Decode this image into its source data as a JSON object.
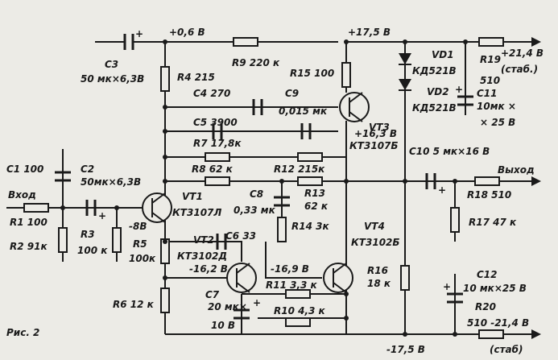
{
  "figure_label": "Рис. 2",
  "rails": {
    "v_plus_0_6": "+0,6 В",
    "v_plus_17_5": "+17,5 В",
    "v_plus_21_4": "+21,4 В",
    "stab_top": "(стаб.)",
    "v_minus_17_5": "-17,5 В",
    "v_minus_21_4": "510  -21,4 В",
    "stab_bottom": "(стаб)",
    "v_plus_16_3": "+16,3 В"
  },
  "io": {
    "input": "Вход",
    "output": "Выход"
  },
  "nodes": {
    "n_minus_8": "-8В",
    "n_minus_16_2": "-16,2 В",
    "n_minus_16_9": "-16,9 В"
  },
  "components": {
    "C1": "С1 100",
    "C2": "С2",
    "C2_value": "50мк×6,3В",
    "C3": "С3",
    "C3_value": "50 мк×6,3В",
    "C4": "С4  270",
    "C5": "С5  3900",
    "C6": "С6 33",
    "C7": "С7",
    "C7_value": "20 мк×",
    "C7_value2": "10  В",
    "C8": "С8",
    "C8_value": "0,33 мк",
    "C9": "С9",
    "C9_value": "0,015 мк",
    "C10": "С10  5 мк×16 В",
    "C11": "С11",
    "C11_value": "10мк ×",
    "C11_value2": "× 25 В",
    "C12": "С12",
    "C12_value": "10 мк×25 В",
    "R1": "R1  100",
    "R2": "R2  91к",
    "R3": "R3",
    "R3_value": "100 к",
    "R4": "R4  215",
    "R5": "R5",
    "R5_value": "100к",
    "R6": "R6  12 к",
    "R7": "R7  17,8к",
    "R8": "R8  62 к",
    "R9": "R9  220 к",
    "R10": "R10  4,3 к",
    "R11": "R11  3,3 к",
    "R12": "R12  215к",
    "R13": "R13",
    "R13_value": "62 к",
    "R14": "R14  3к",
    "R15": "R15  100",
    "R16": "R16",
    "R16_value": "18 к",
    "R17": "R17  47 к",
    "R18": "R18  510",
    "R19": "R19",
    "R19_value": "510",
    "R20": "R20",
    "VT1": "VТ1",
    "VT1_type": "КТ3107Л",
    "VT2": "VТ2",
    "VT2_type": "КТ3102Д",
    "VT3": "VТ3",
    "VT3_type": "КТ3107Б",
    "VT4": "VТ4",
    "VT4_type": "КТ3102Б",
    "VD1": "VD1",
    "VD1_type": "КД521В",
    "VD2": "VD2",
    "VD2_type": "КД521В"
  },
  "polarity_mark": "+"
}
